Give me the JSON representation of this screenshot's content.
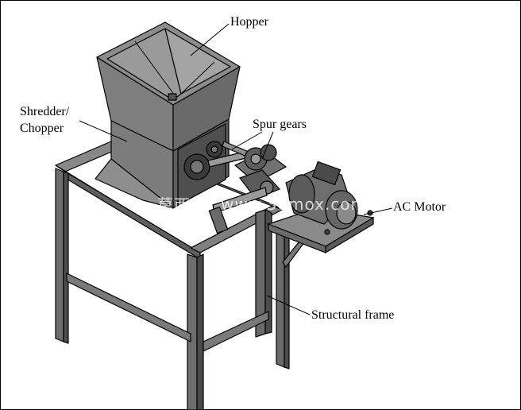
{
  "labels": {
    "hopper": "Hopper",
    "shredder_line1": "Shredder/",
    "shredder_line2": "Chopper",
    "spur_gears": "Spur gears",
    "ac_motor": "AC Motor",
    "structural_frame": "Structural frame"
  },
  "watermark": {
    "chinese": "莫西网",
    "domain": "www.3dmox.com"
  },
  "colors": {
    "frame_gray": "#727272",
    "metal_dark": "#5e5e5e",
    "metal_light": "#8c8c8c",
    "outline": "#000000",
    "background": "#ffffff"
  }
}
